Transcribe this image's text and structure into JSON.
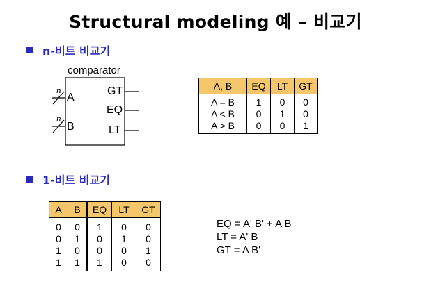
{
  "title": "Structural modeling 예 – 비교기",
  "section1": {
    "heading": "n-비트 비교기"
  },
  "section2": {
    "heading": "1-비트 비교기"
  },
  "comparator": {
    "label": "comparator",
    "in_a": "A",
    "in_b": "B",
    "bus_a": "n",
    "bus_b": "n",
    "out_gt": "GT",
    "out_eq": "EQ",
    "out_lt": "LT"
  },
  "table_n": {
    "headers": [
      "A, B",
      "EQ",
      "LT",
      "GT"
    ],
    "rows": [
      [
        "A = B",
        "1",
        "0",
        "0"
      ],
      [
        "A < B",
        "0",
        "1",
        "0"
      ],
      [
        "A > B",
        "0",
        "0",
        "1"
      ]
    ]
  },
  "table_1": {
    "headers": [
      "A",
      "B",
      "EQ",
      "LT",
      "GT"
    ],
    "rows": [
      [
        "0",
        "0",
        "1",
        "0",
        "0"
      ],
      [
        "0",
        "1",
        "0",
        "1",
        "0"
      ],
      [
        "1",
        "0",
        "0",
        "0",
        "1"
      ],
      [
        "1",
        "1",
        "1",
        "0",
        "0"
      ]
    ]
  },
  "equations": [
    "EQ = A' B' + A B",
    "LT = A' B",
    "GT = A B'"
  ],
  "colors": {
    "bullet": "#2a2ab8",
    "table_header": "#f5c66a"
  }
}
